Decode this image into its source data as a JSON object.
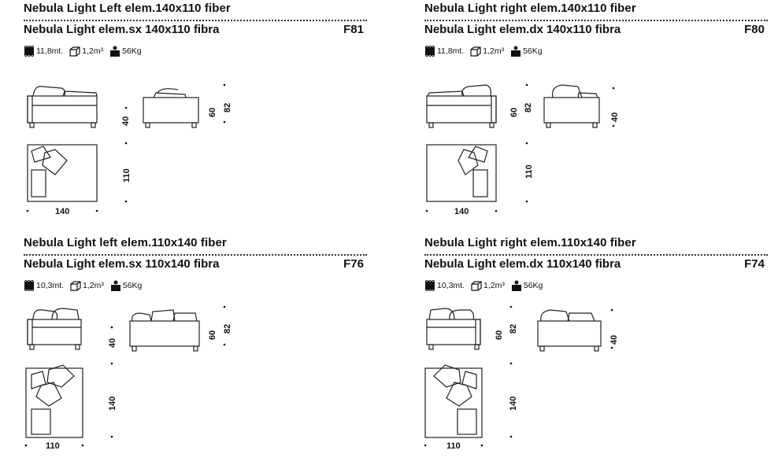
{
  "sheets": [
    {
      "title_en": "Nebula Light Left elem.140x110 fiber",
      "title_it": "Nebula Light elem.sx 140x110 fibra",
      "code": "F81",
      "fabric": "11,8mt.",
      "volume": "1,2m³",
      "weight": "56Kg",
      "dims": {
        "h1": "40",
        "h2": "60",
        "h3": "82",
        "depth": "110",
        "width": "140"
      }
    },
    {
      "title_en": "Nebula Light right elem.140x110 fiber",
      "title_it": "Nebula Light elem.dx 140x110 fibra",
      "code": "F80",
      "fabric": "11,8mt.",
      "volume": "1,2m³",
      "weight": "56Kg",
      "dims": {
        "h1": "40",
        "h2": "60",
        "h3": "82",
        "depth": "110",
        "width": "140"
      }
    },
    {
      "title_en": "Nebula Light left elem.110x140 fiber",
      "title_it": "Nebula Light elem.sx 110x140 fibra",
      "code": "F76",
      "fabric": "10,3mt.",
      "volume": "1,2m³",
      "weight": "56Kg",
      "dims": {
        "h1": "40",
        "h2": "60",
        "h3": "82",
        "depth": "140",
        "width": "110"
      }
    },
    {
      "title_en": "Nebula Light right elem.110x140 fiber",
      "title_it": "Nebula Light elem.dx 110x140 fibra",
      "code": "F74",
      "fabric": "10,3mt.",
      "volume": "1,2m³",
      "weight": "56Kg",
      "dims": {
        "h1": "40",
        "h2": "60",
        "h3": "82",
        "depth": "140",
        "width": "110"
      }
    }
  ],
  "icons": {
    "fabric": "fabric-roll-icon",
    "volume": "box-volume-icon",
    "weight": "weight-icon"
  },
  "colors": {
    "line": "#222222",
    "background": "#ffffff"
  }
}
